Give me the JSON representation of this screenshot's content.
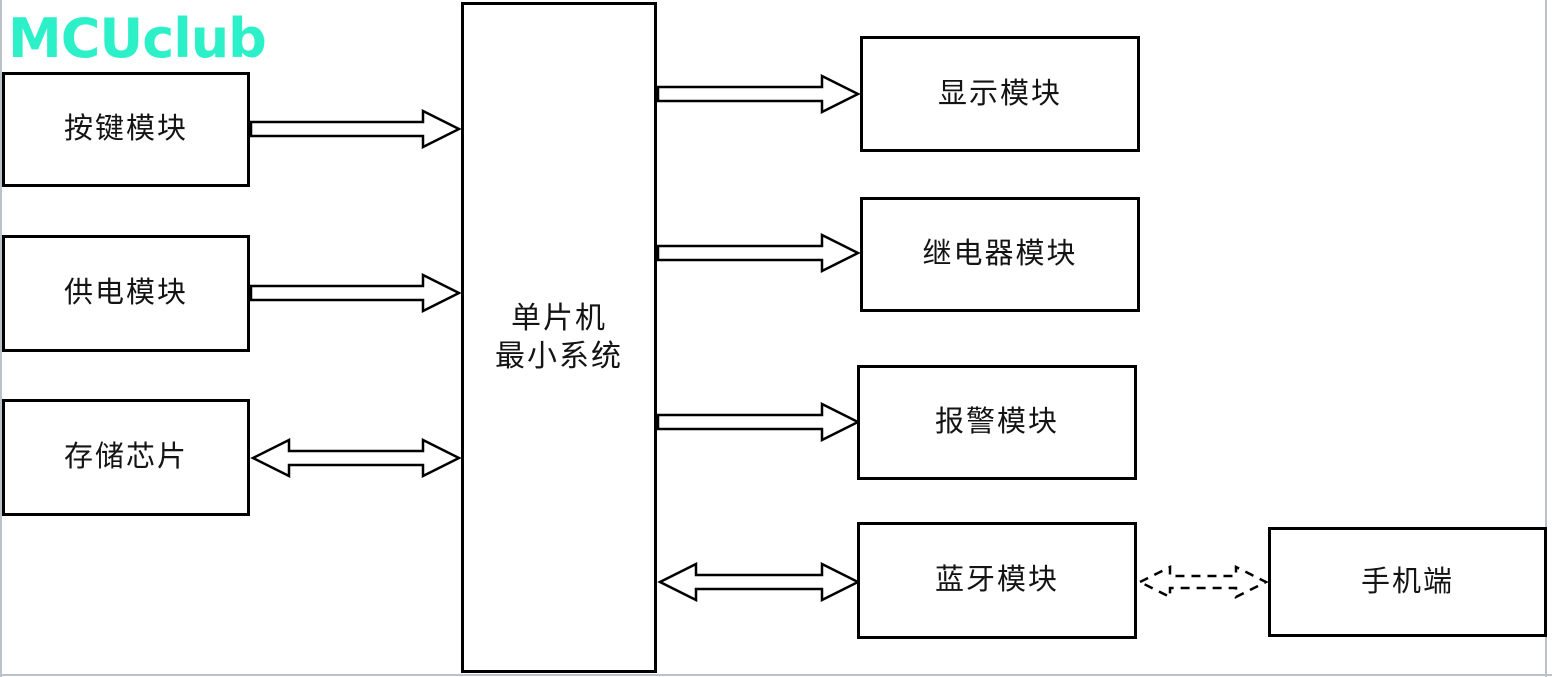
{
  "watermark": {
    "text": "MCUclub",
    "color": "#2bf0c8"
  },
  "nodes": {
    "keypad": {
      "label": "按键模块"
    },
    "power": {
      "label": "供电模块"
    },
    "storage": {
      "label": "存储芯片"
    },
    "mcu": {
      "line1": "单片机",
      "line2": "最小系统"
    },
    "display": {
      "label": "显示模块"
    },
    "relay": {
      "label": "继电器模块"
    },
    "alarm": {
      "label": "报警模块"
    },
    "bluetooth": {
      "label": "蓝牙模块"
    },
    "phone": {
      "label": "手机端"
    }
  },
  "connections": [
    {
      "from": "按键模块",
      "to": "单片机最小系统",
      "direction": "one-way",
      "line": "solid"
    },
    {
      "from": "供电模块",
      "to": "单片机最小系统",
      "direction": "one-way",
      "line": "solid"
    },
    {
      "from": "存储芯片",
      "to": "单片机最小系统",
      "direction": "two-way",
      "line": "solid"
    },
    {
      "from": "单片机最小系统",
      "to": "显示模块",
      "direction": "one-way",
      "line": "solid"
    },
    {
      "from": "单片机最小系统",
      "to": "继电器模块",
      "direction": "one-way",
      "line": "solid"
    },
    {
      "from": "单片机最小系统",
      "to": "报警模块",
      "direction": "one-way",
      "line": "solid"
    },
    {
      "from": "单片机最小系统",
      "to": "蓝牙模块",
      "direction": "two-way",
      "line": "solid"
    },
    {
      "from": "蓝牙模块",
      "to": "手机端",
      "direction": "two-way",
      "line": "dashed"
    }
  ],
  "colors": {
    "node_border": "#000000",
    "node_fill": "#ffffff",
    "background": "#ffffff",
    "frame": "#bdc1c9",
    "watermark": "#2bf0c8",
    "text": "#141414"
  }
}
